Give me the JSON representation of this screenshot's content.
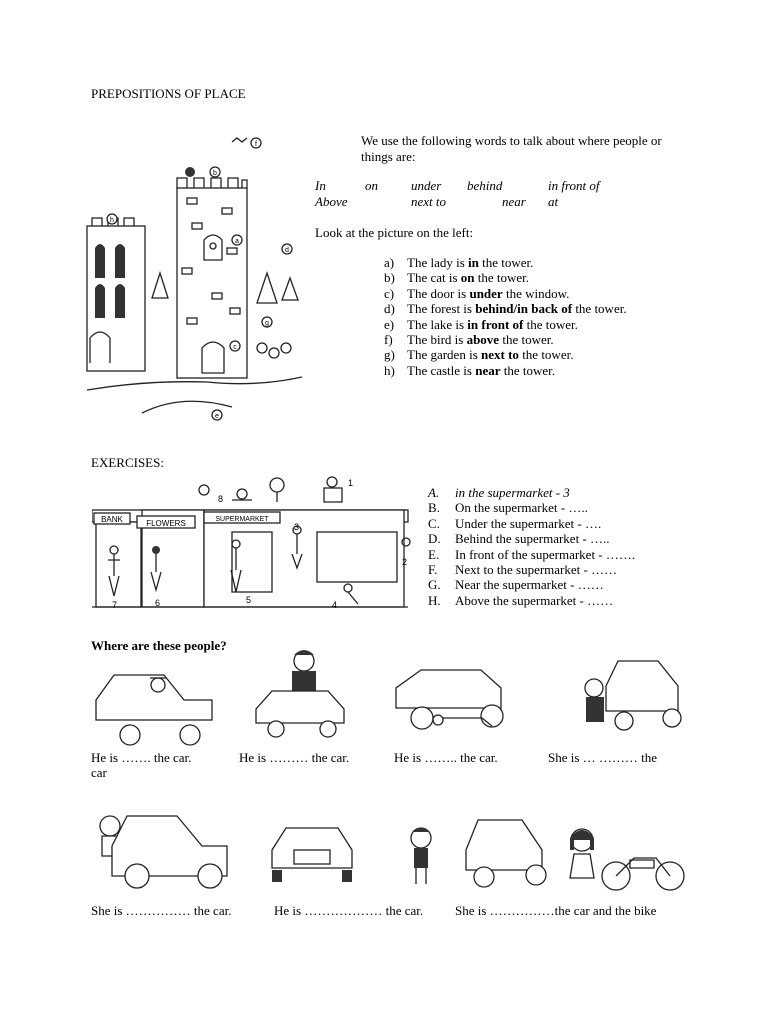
{
  "title": "PREPOSITIONS OF PLACE",
  "intro": "We use the following words to talk about where people or things are:",
  "words_row1": [
    "In",
    "on",
    "under",
    "behind",
    "in front of"
  ],
  "words_row2": [
    "Above",
    "next to",
    "near",
    "at"
  ],
  "look_text": "Look at the picture on the left:",
  "picture_labels": [
    "f",
    "b",
    "h",
    "a",
    "d",
    "g",
    "c",
    "e"
  ],
  "rules": [
    {
      "letter": "a)",
      "pre": "The lady is ",
      "bold": "in",
      "post": " the tower."
    },
    {
      "letter": "b)",
      "pre": "The cat is ",
      "bold": "on",
      "post": " the tower."
    },
    {
      "letter": "c)",
      "pre": "The door is ",
      "bold": "under",
      "post": " the window."
    },
    {
      "letter": "d)",
      "pre": "The forest is ",
      "bold": "behind/in back of",
      "post": " the tower."
    },
    {
      "letter": "e)",
      "pre": "The lake is ",
      "bold": "in front of",
      "post": " the tower."
    },
    {
      "letter": "f)",
      "pre": "The bird is ",
      "bold": "above",
      "post": " the tower."
    },
    {
      "letter": "g)",
      "pre": "The garden is ",
      "bold": "next to",
      "post": " the tower."
    },
    {
      "letter": "h)",
      "pre": "The castle is ",
      "bold": "near",
      "post": " the tower."
    }
  ],
  "exercises_title": "EXERCISES:",
  "street_signs": [
    "BANK",
    "FLOWERS",
    "SUPERMARKET"
  ],
  "street_numbers": [
    "1",
    "2",
    "3",
    "4",
    "5",
    "6",
    "7",
    "8"
  ],
  "exercise_items": [
    {
      "letter": "A.",
      "text": "in the supermarket  - 3"
    },
    {
      "letter": "B.",
      "text": "On the supermarket - ….."
    },
    {
      "letter": "C.",
      "text": "Under the supermarket - …."
    },
    {
      "letter": "D.",
      "text": "Behind the supermarket - ….."
    },
    {
      "letter": "E.",
      "text": "In front of the supermarket - ……."
    },
    {
      "letter": "F.",
      "text": "Next to the supermarket - ……"
    },
    {
      "letter": "G.",
      "text": "Near the supermarket - ……"
    },
    {
      "letter": "H.",
      "text": "Above the supermarket - ……"
    }
  ],
  "where_title": "Where are these people?",
  "captions_row1": [
    "He is ……. the car.",
    "He is ……… the car.",
    "He is …….. the car.",
    "She is … ……… the"
  ],
  "caption_row1_wrap": "car",
  "captions_row2": [
    "She is …………… the car.",
    "He is ……………… the car.",
    "She is ……………the car and the bike"
  ]
}
